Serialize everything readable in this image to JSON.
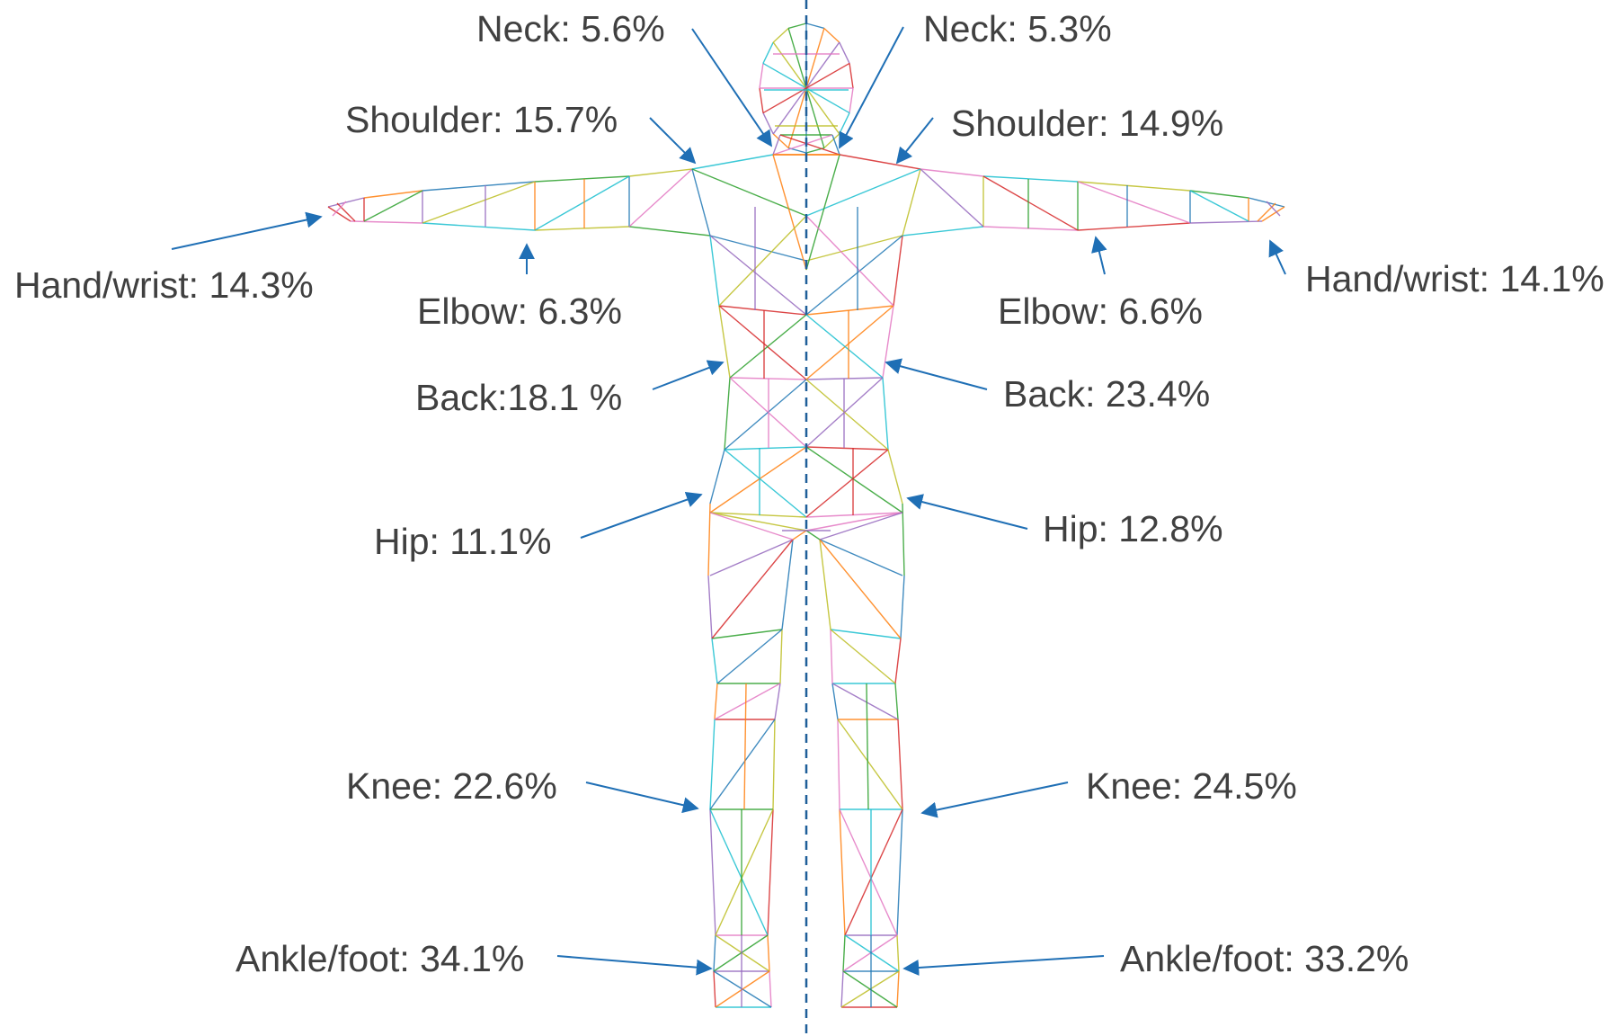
{
  "labels": {
    "neck_left": "Neck: 5.6%",
    "neck_right": "Neck: 5.3%",
    "shoulder_left": "Shoulder: 15.7%",
    "shoulder_right": "Shoulder: 14.9%",
    "hand_left": "Hand/wrist: 14.3%",
    "hand_right": "Hand/wrist: 14.1%",
    "elbow_left": "Elbow: 6.3%",
    "elbow_right": "Elbow: 6.6%",
    "back_left": "Back:18.1 %",
    "back_right": "Back: 23.4%",
    "hip_left": "Hip: 11.1%",
    "hip_right": "Hip: 12.8%",
    "knee_left": "Knee: 22.6%",
    "knee_right": "Knee: 24.5%",
    "ankle_left": "Ankle/foot: 34.1%",
    "ankle_right": "Ankle/foot: 33.2%"
  },
  "colors": {
    "arrow": "#1f6fb5",
    "midline": "#1f5f99",
    "text": "#404040",
    "wireframe": [
      "#e377c2",
      "#17becf",
      "#bcbd22",
      "#2ca02c",
      "#1f77b4",
      "#ff7f0e",
      "#9467bd",
      "#d62728"
    ]
  }
}
